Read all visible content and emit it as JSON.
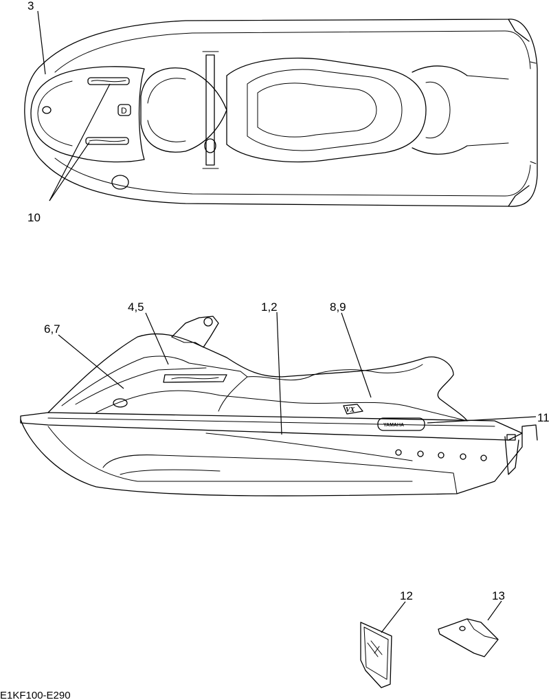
{
  "callouts": {
    "c3": "3",
    "c10": "10",
    "c45": "4,5",
    "c12side": "1,2",
    "c67": "6,7",
    "c89": "8,9",
    "c11": "11",
    "c12": "12",
    "c13": "13"
  },
  "diagram_code": "E1KF100-E290"
}
